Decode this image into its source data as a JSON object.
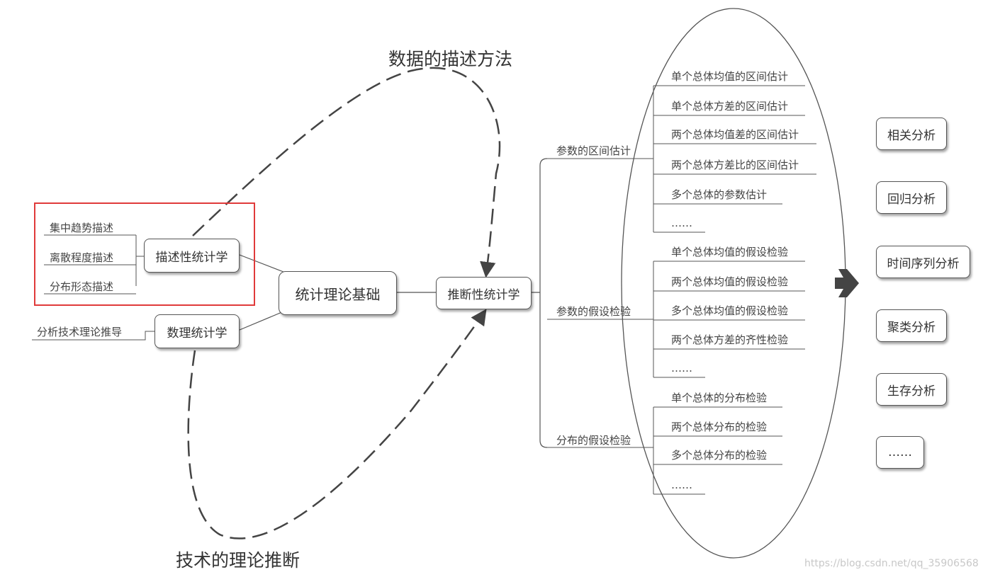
{
  "captions": {
    "top": "数据的描述方法",
    "bottom": "技术的理论推断"
  },
  "nodes": {
    "center": "统计理论基础",
    "descriptive": "描述性统计学",
    "mathematical": "数理统计学",
    "inferential": "推断性统计学"
  },
  "descriptive_children": [
    "集中趋势描述",
    "离散程度描述",
    "分布形态描述"
  ],
  "mathematical_children": [
    "分析技术理论推导"
  ],
  "inference_groups": [
    {
      "label": "参数的区间估计",
      "items": [
        "单个总体均值的区间估计",
        "单个总体方差的区间估计",
        "两个总体均值差的区间估计",
        "两个总体方差比的区间估计",
        "多个总体的参数估计",
        "……"
      ]
    },
    {
      "label": "参数的假设检验",
      "items": [
        "单个总体均值的假设检验",
        "两个总体均值的假设检验",
        "多个总体均值的假设检验",
        "两个总体方差的齐性检验",
        "……"
      ]
    },
    {
      "label": "分布的假设检验",
      "items": [
        "单个总体的分布检验",
        "两个总体分布的检验",
        "多个总体分布的检验",
        "……"
      ]
    }
  ],
  "methods": [
    "相关分析",
    "回归分析",
    "时间序列分析",
    "聚类分析",
    "生存分析",
    "……"
  ],
  "watermark": "https://blog.csdn.net/qq_35906568",
  "colors": {
    "highlight": "#e03a3a",
    "line": "#555555",
    "text": "#333333"
  }
}
